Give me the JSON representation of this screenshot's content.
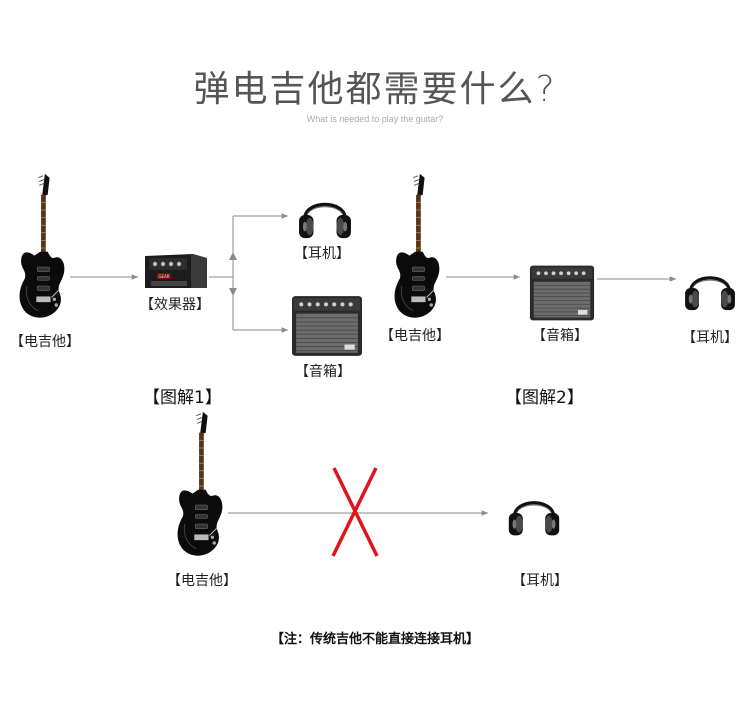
{
  "header": {
    "title": "弹电吉他都需要什么?",
    "subtitle": "What is needed to play the guitar?"
  },
  "diagram1": {
    "guitar_label": "【电吉他】",
    "pedal_label": "【效果器】",
    "headphones_label": "【耳机】",
    "amp_label": "【音箱】",
    "caption": "【图解1】"
  },
  "diagram2": {
    "guitar_label": "【电吉他】",
    "amp_label": "【音箱】",
    "headphones_label": "【耳机】",
    "caption": "【图解2】"
  },
  "diagram3": {
    "guitar_label": "【电吉他】",
    "headphones_label": "【耳机】"
  },
  "note": "【注：传统吉他不能直接连接耳机】",
  "colors": {
    "arrow": "#8a8a8a",
    "cross": "#e0141c",
    "guitar_body": "#0b0b0b"
  }
}
